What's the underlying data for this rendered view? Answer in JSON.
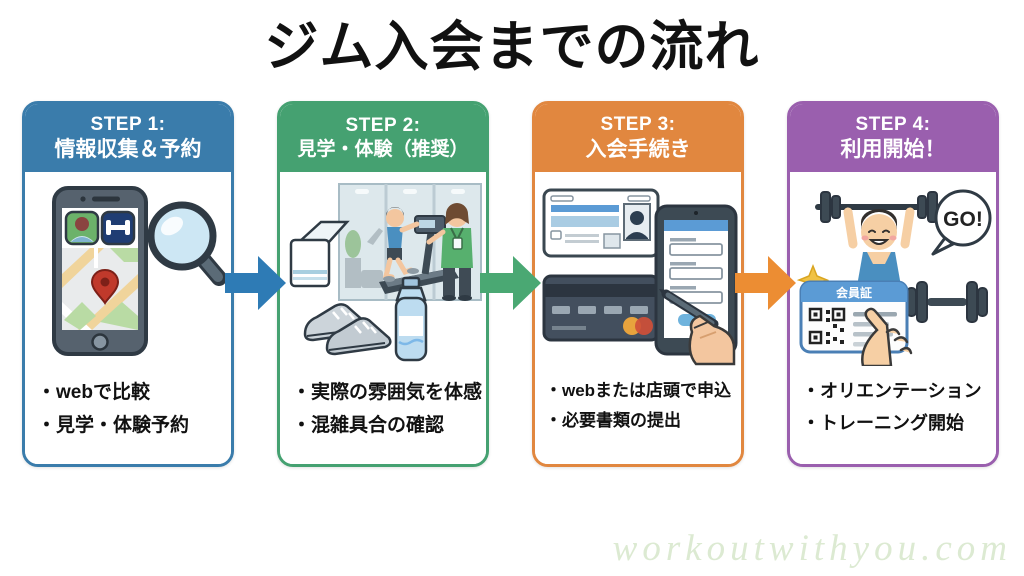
{
  "title": "ジム入会までの流れ",
  "watermark": "workoutwithyou.com",
  "colors": {
    "step1": "#3a7cab",
    "step2": "#45a171",
    "step3": "#e1873f",
    "step4": "#9a5fae",
    "title_text": "#111111",
    "watermark_text": "#dcead2"
  },
  "steps": [
    {
      "label": "STEP 1:",
      "heading": "情報収集＆予約",
      "bullets": [
        "・webで比較",
        "・見学・体験予約"
      ],
      "illustration": "smartphone-map-and-magnifier"
    },
    {
      "label": "STEP 2:",
      "heading": "見学・体験（推奨）",
      "bullets": [
        "・実際の雰囲気を体感",
        "・混雑具合の確認"
      ],
      "illustration": "gym-tour-with-trainer-and-gear"
    },
    {
      "label": "STEP 3:",
      "heading": "入会手続き",
      "bullets": [
        "・webまたは店頭で申込",
        "・必要書類の提出"
      ],
      "illustration": "id-card-credit-card-tablet-signing"
    },
    {
      "label": "STEP 4:",
      "heading": "利用開始！",
      "bullets": [
        "・オリエンテーション",
        "・トレーニング開始"
      ],
      "illustration": "lifter-go-membership-card"
    }
  ],
  "step4_art": {
    "go_bubble": "GO!",
    "member_card_title": "会員証"
  }
}
